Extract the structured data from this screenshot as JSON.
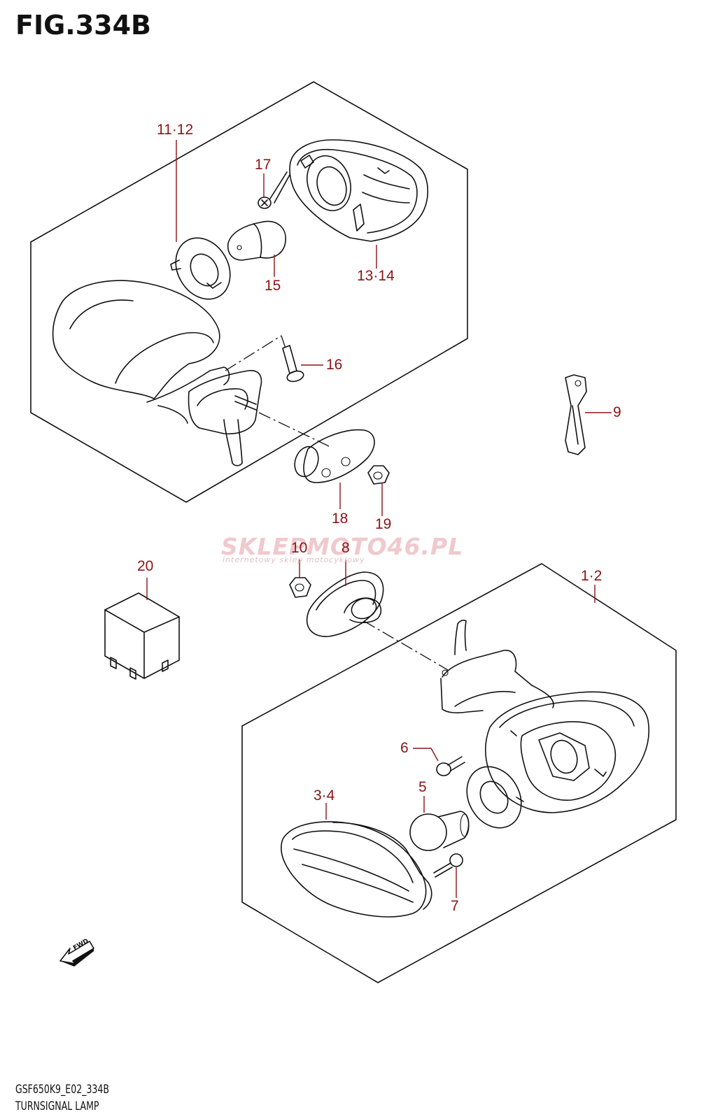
{
  "figure": {
    "title": "FIG.334B",
    "model_code": "GSF650K9_E02_334B",
    "caption": "TURNSIGNAL LAMP"
  },
  "watermark": {
    "text": "SKLEPMOTO46.PL",
    "tagline": "internetowy sklep motocyklowy"
  },
  "fwd_label": "FWD",
  "callouts": [
    {
      "id": "c-11-12",
      "label": "11·12"
    },
    {
      "id": "c-17",
      "label": "17"
    },
    {
      "id": "c-13-14",
      "label": "13·14"
    },
    {
      "id": "c-15",
      "label": "15"
    },
    {
      "id": "c-16",
      "label": "16"
    },
    {
      "id": "c-9",
      "label": "9"
    },
    {
      "id": "c-18",
      "label": "18"
    },
    {
      "id": "c-19",
      "label": "19"
    },
    {
      "id": "c-20",
      "label": "20"
    },
    {
      "id": "c-10",
      "label": "10"
    },
    {
      "id": "c-8",
      "label": "8"
    },
    {
      "id": "c-1-2",
      "label": "1·2"
    },
    {
      "id": "c-6",
      "label": "6"
    },
    {
      "id": "c-3-4",
      "label": "3·4"
    },
    {
      "id": "c-5",
      "label": "5"
    },
    {
      "id": "c-7",
      "label": "7"
    }
  ],
  "colors": {
    "callout": "#8b1416",
    "line": "#111111",
    "watermark": "#f0c9cd"
  }
}
